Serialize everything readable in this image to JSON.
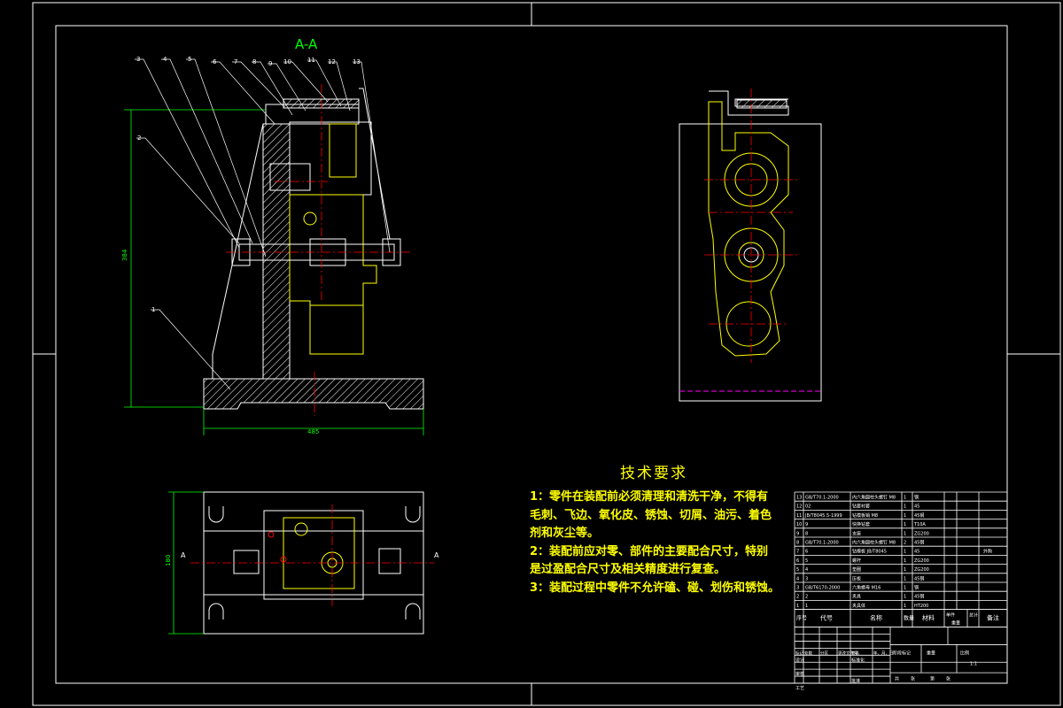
{
  "drawing": {
    "section_label": "A-A",
    "section_marks": [
      "A",
      "A"
    ],
    "part_callouts": [
      "3",
      "4",
      "5",
      "6",
      "7",
      "8",
      "9",
      "10",
      "11",
      "12",
      "13",
      "2",
      "1"
    ],
    "dimensions": {
      "height": "384",
      "width": "485",
      "plan_height": "180"
    }
  },
  "technical_requirements": {
    "title": "技术要求",
    "lines": [
      "1：零件在装配前必须清理和清洗干净，不得有",
      "毛刺、飞边、氧化皮、锈蚀、切屑、油污、着色",
      "剂和灰尘等。",
      "2：装配前应对零、部件的主要配合尺寸，特别",
      "是过盈配合尺寸及相关精度进行复查。",
      "3：装配过程中零件不允许磕、碰、划伤和锈蚀。"
    ]
  },
  "bom": {
    "header": [
      "序号",
      "代号",
      "名称",
      "数量",
      "材料",
      "单件",
      "总计",
      "备注"
    ],
    "header_extra": "重量",
    "rows": [
      [
        "13",
        "GB/T70.1-2000",
        "内六角圆柱头螺钉 M8",
        "1",
        "钢",
        "",
        ""
      ],
      [
        "12",
        "02",
        "钻套衬套",
        "1",
        "45",
        "",
        ""
      ],
      [
        "11",
        "JB/T8045.5-1999",
        "钻模板销 M8",
        "1",
        "45钢",
        "",
        ""
      ],
      [
        "10",
        "9",
        "快换钻套",
        "1",
        "T10A",
        "",
        ""
      ],
      [
        "9",
        "8",
        "支座",
        "1",
        "ZG200",
        "",
        ""
      ],
      [
        "8",
        "GB/T70.1-2000",
        "内六角圆柱头螺钉 M8",
        "2",
        "45钢",
        "",
        ""
      ],
      [
        "7",
        "6",
        "钻模板 JB/T8045",
        "1",
        "45",
        "",
        "外购"
      ],
      [
        "6",
        "5",
        "螺杆",
        "1",
        "ZG200",
        "",
        ""
      ],
      [
        "5",
        "4",
        "垫圈",
        "1",
        "ZG200",
        "",
        ""
      ],
      [
        "4",
        "3",
        "压板",
        "1",
        "45钢",
        "",
        ""
      ],
      [
        "3",
        "GB/T6170-2000",
        "六角螺母 M16",
        "1",
        "钢",
        "",
        ""
      ],
      [
        "2",
        "2",
        "夹具",
        "1",
        "45钢",
        "",
        ""
      ],
      [
        "1",
        "1",
        "夹具体",
        "1",
        "HT200",
        "",
        ""
      ]
    ]
  },
  "title_block": {
    "labels": [
      "标记",
      "处数",
      "分区",
      "更改文件号",
      "签名",
      "年、月、日"
    ],
    "roles": [
      "设计",
      "审核",
      "工艺"
    ],
    "std_label": "标准化",
    "approve_label": "批准",
    "stage_labels": [
      "阶段标记",
      "重量",
      "比例"
    ],
    "scale": "1:1",
    "sheet": [
      "共",
      "张",
      "第",
      "张"
    ]
  },
  "colors": {
    "background": "#000000",
    "outline": "#ffffff",
    "part_lines": "#ffff00",
    "centerlines": "#ff0000",
    "hatch": "#ffffff",
    "dimensions": "#00ff00",
    "notes": "#ffff00",
    "magenta_line": "#ff00ff",
    "section_label": "#00ff00"
  }
}
